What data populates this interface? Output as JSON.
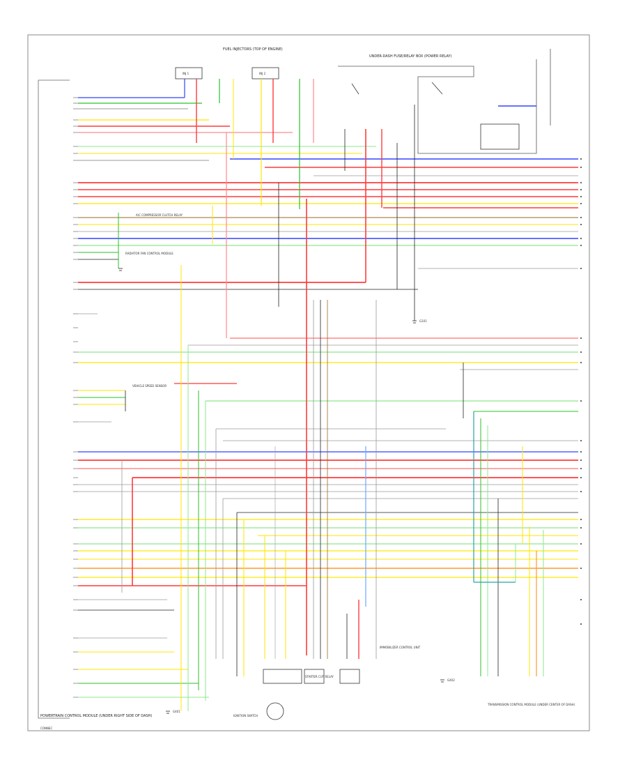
{
  "diagram": {
    "id_code": "CONNEC",
    "left_labels": {
      "pcm": "POWERTRAIN CONTROL MODULE (UNDER RIGHT SIDE OF DASH)"
    },
    "top_labels": {
      "fuel_injectors": "FUEL INJECTORS (TOP OF ENGINE)",
      "underdash_relay": "UNDER-DASH FUSE/RELAY BOX (POWER RELAY)"
    },
    "components": {
      "inj1": "INJ 1",
      "inj2": "INJ 2",
      "ac_comp": "A/C COMPRESSOR CLUTCH RELAY",
      "radiator_fan": "RADIATOR FAN CONTROL MODULE",
      "tcm": "TRANSMISSION CONTROL MODULE (UNDER CENTER OF DASH)",
      "ignition_sw": "IGNITION SWITCH",
      "starter": "STARTER CUT RELAY",
      "immobilizer": "IMMOBILIZER CONTROL UNIT",
      "vss": "VEHICLE SPEED SENSOR",
      "ground_g101": "G101",
      "ground_g401": "G401",
      "ground_g402": "G402"
    },
    "wire_colors": {
      "red": "#ff3b3b",
      "pink": "#ff8a8a",
      "blue": "#3344ff",
      "light_blue": "#6aa8ff",
      "green": "#29c229",
      "light_green": "#8ee88e",
      "yellow": "#ffe600",
      "orange": "#ff9a2e",
      "black": "#222222",
      "gray": "#9a9a9a",
      "brown": "#9a6a2a",
      "purple": "#a23cff",
      "teal": "#2aa3a3"
    }
  }
}
